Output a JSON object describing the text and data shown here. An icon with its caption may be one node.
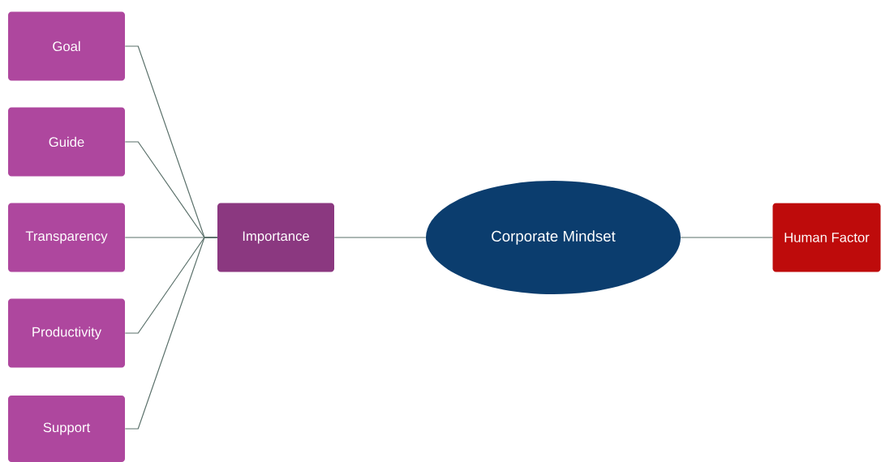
{
  "diagram": {
    "nodes": [
      {
        "text": [
          "Goal"
        ]
      },
      {
        "text": [
          "Guide"
        ]
      },
      {
        "text": [
          "Transparency"
        ]
      },
      {
        "text": [
          "Productivity"
        ]
      },
      {
        "text": [
          "Support"
        ]
      },
      {
        "text": [
          "Importance"
        ]
      },
      {
        "text": [
          "Corporate Mindset"
        ]
      },
      {
        "text": [
          "Human Factor"
        ]
      }
    ],
    "edges": [
      {
        "from": 0,
        "to": 5,
        "arrow": "none"
      },
      {
        "from": 1,
        "to": 5,
        "arrow": "none"
      },
      {
        "from": 2,
        "to": 5,
        "arrow": "none"
      },
      {
        "from": 3,
        "to": 5,
        "arrow": "none"
      },
      {
        "from": 4,
        "to": 5,
        "arrow": "none"
      },
      {
        "from": 5,
        "to": 6,
        "arrow": "none"
      },
      {
        "from": 6,
        "to": 7,
        "arrow": "none"
      }
    ]
  }
}
